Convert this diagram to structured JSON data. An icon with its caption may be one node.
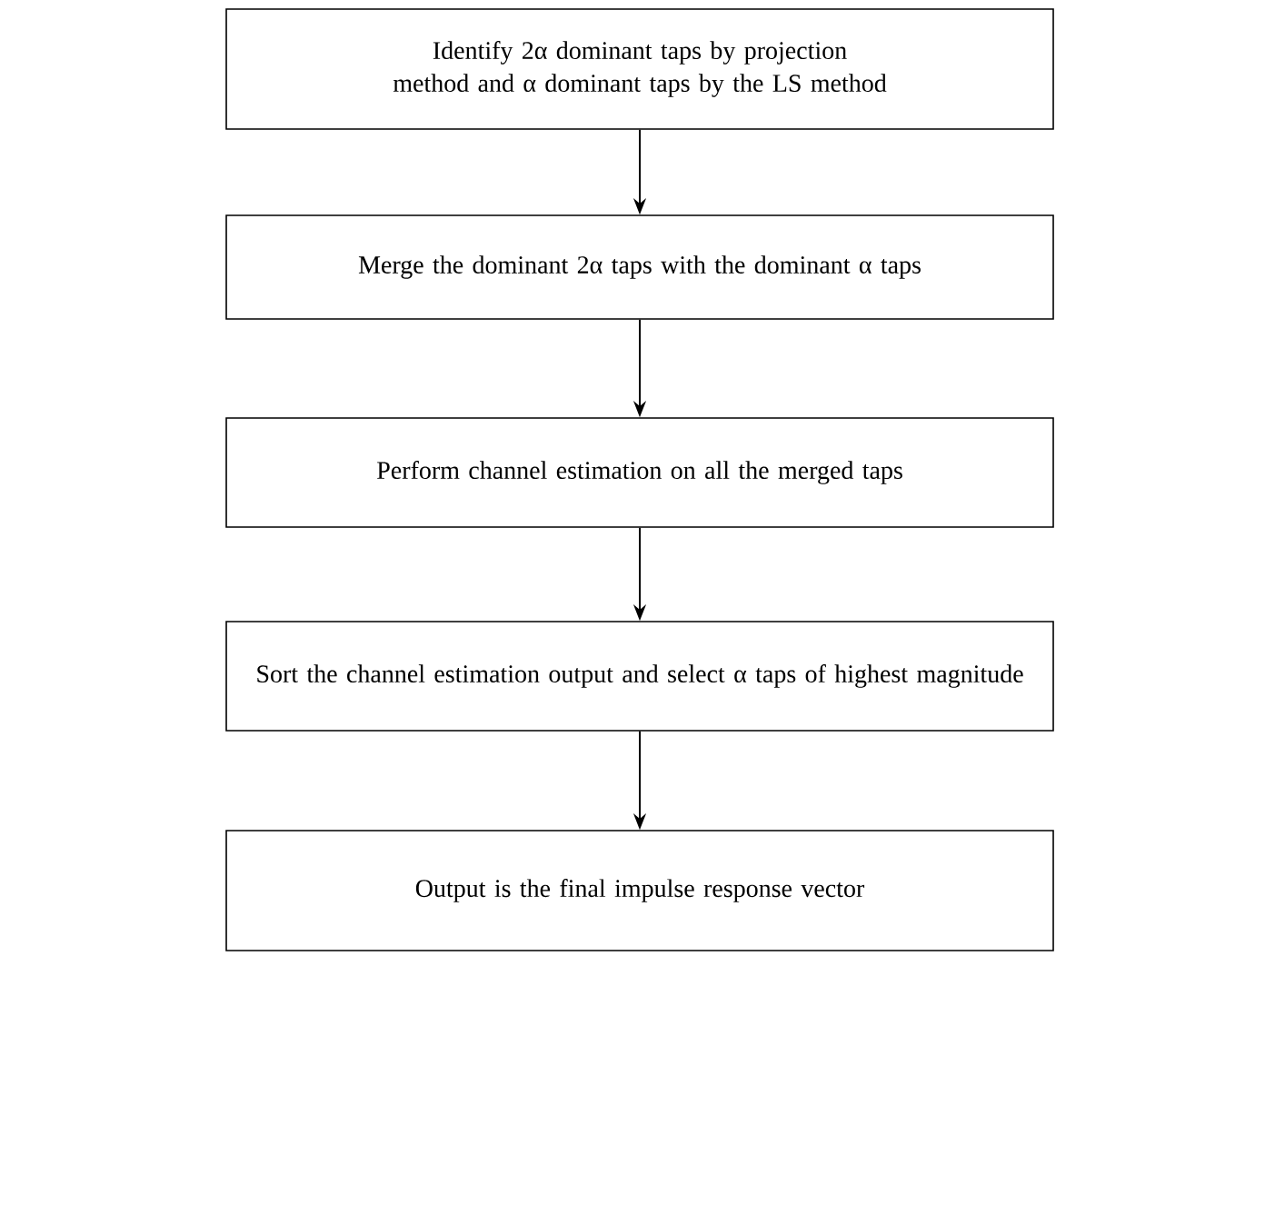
{
  "diagram": {
    "nodes": [
      {
        "text": [
          "Identify 2α dominant taps by projection method and α dominant taps by the LS method"
        ]
      },
      {
        "text": [
          "Merge the dominant 2α taps with the dominant α taps"
        ]
      },
      {
        "text": [
          "Perform channel estimation on all the merged taps"
        ]
      },
      {
        "text": [
          "Sort the channel estimation output and select α taps of highest magnitude"
        ]
      },
      {
        "text": [
          "Output is the final impulse response vector"
        ]
      }
    ],
    "edges": [
      {
        "from": 0,
        "to": 1,
        "arrow": "to"
      },
      {
        "from": 1,
        "to": 2,
        "arrow": "to"
      },
      {
        "from": 2,
        "to": 3,
        "arrow": "to"
      },
      {
        "from": 3,
        "to": 4,
        "arrow": "to"
      }
    ]
  }
}
